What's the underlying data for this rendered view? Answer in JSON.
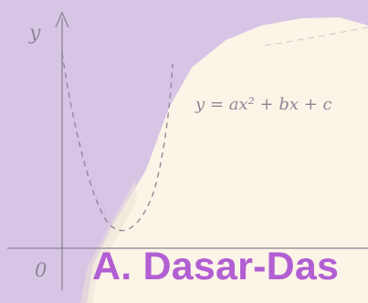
{
  "graph": {
    "y_label": "y",
    "origin_label": "0",
    "equation": "y = ax² + bx + c"
  },
  "heading": "A. Dasar-Das",
  "colors": {
    "background": "#d7c5e6",
    "paper": "#fcf4e6",
    "accent": "#b15fd3",
    "pencil": "#8b8494"
  }
}
